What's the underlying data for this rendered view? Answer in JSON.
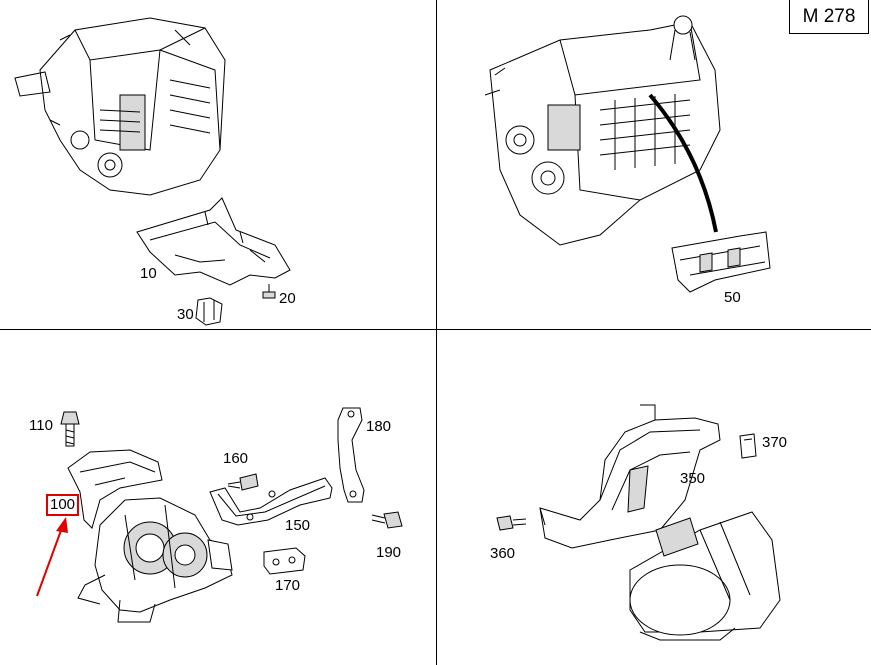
{
  "model": "M 278",
  "parts": [
    {
      "id": "10",
      "label": "10"
    },
    {
      "id": "20",
      "label": "20"
    },
    {
      "id": "30",
      "label": "30"
    },
    {
      "id": "50",
      "label": "50"
    },
    {
      "id": "100",
      "label": "100",
      "highlighted": true
    },
    {
      "id": "110",
      "label": "110"
    },
    {
      "id": "150",
      "label": "150"
    },
    {
      "id": "160",
      "label": "160"
    },
    {
      "id": "170",
      "label": "170"
    },
    {
      "id": "180",
      "label": "180"
    },
    {
      "id": "190",
      "label": "190"
    },
    {
      "id": "350",
      "label": "350"
    },
    {
      "id": "360",
      "label": "360"
    },
    {
      "id": "370",
      "label": "370"
    }
  ],
  "colors": {
    "highlight": "#e00000",
    "ink": "#000000",
    "background": "#ffffff"
  }
}
